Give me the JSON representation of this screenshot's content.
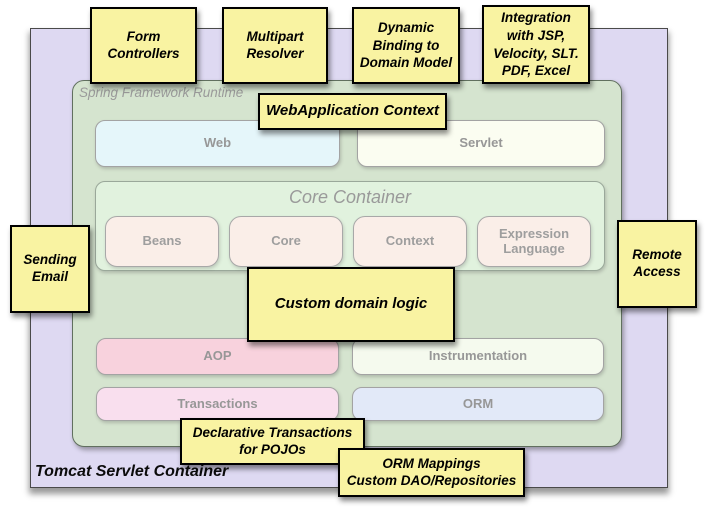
{
  "outer": {
    "label": "Tomcat Servlet Container"
  },
  "spring": {
    "label": "Spring Framework Runtime"
  },
  "core": {
    "label": "Core Container",
    "modules": [
      {
        "label": "Beans"
      },
      {
        "label": "Core"
      },
      {
        "label": "Context"
      },
      {
        "label": "Expression\nLanguage"
      }
    ]
  },
  "modules": {
    "web": {
      "label": "Web"
    },
    "servlet": {
      "label": "Servlet"
    },
    "aop": {
      "label": "AOP"
    },
    "instrumentation": {
      "label": "Instrumentation"
    },
    "transactions": {
      "label": "Transactions"
    },
    "orm": {
      "label": "ORM"
    }
  },
  "notes": [
    {
      "id": "form-controllers",
      "text": "Form\nControllers"
    },
    {
      "id": "multipart-resolver",
      "text": "Multipart\nResolver"
    },
    {
      "id": "dynamic-binding",
      "text": "Dynamic\nBinding to\nDomain Model"
    },
    {
      "id": "integration-views",
      "text": "Integration\nwith JSP,\nVelocity, SLT.\nPDF, Excel"
    },
    {
      "id": "webapplication-context",
      "text": "WebApplication Context"
    },
    {
      "id": "sending-email",
      "text": "Sending\nEmail"
    },
    {
      "id": "remote-access",
      "text": "Remote\nAccess"
    },
    {
      "id": "custom-domain-logic",
      "text": "Custom domain logic"
    },
    {
      "id": "declarative-transactions",
      "text": "Declarative Transactions\nfor POJOs"
    },
    {
      "id": "orm-mappings",
      "text": "ORM Mappings\nCustom DAO/Repositories"
    }
  ],
  "palette": {
    "note_fill": "#f9f3a2",
    "tomcat_fill": "#ded9f2",
    "spring_fill": "#d5e4cf",
    "core_fill": "#e1f2de",
    "web_fill": "#e5f6fa",
    "servlet_fill": "#fbfdf1",
    "core_module_fill": "#faeee8",
    "aop_fill": "#f8d2dd",
    "instrumentation_fill": "#f5faee",
    "transactions_fill": "#f9dfee",
    "orm_fill": "#e2e9f8",
    "muted_text": "#979797",
    "note_text": "#000000"
  }
}
